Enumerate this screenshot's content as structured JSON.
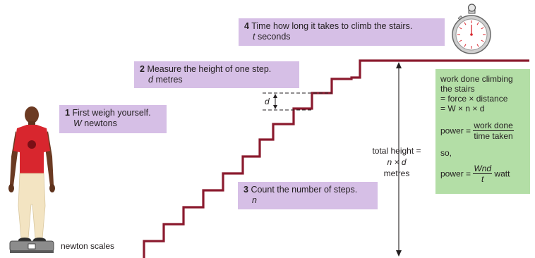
{
  "callouts": {
    "step1": {
      "num": "1",
      "text": "First weigh yourself.",
      "var": "W",
      "unit": "newtons"
    },
    "step2": {
      "num": "2",
      "text": "Measure the height of one step.",
      "var": "d",
      "unit": "metres"
    },
    "step3": {
      "num": "3",
      "text": "Count the number of steps.",
      "var": "n"
    },
    "step4": {
      "num": "4",
      "text": "Time how long it takes to climb the stairs.",
      "var": "t",
      "unit": "seconds"
    }
  },
  "labels": {
    "step_height_var": "d",
    "scales": "newton scales",
    "total_height_line1": "total height =",
    "total_height_line2": "n × d",
    "total_height_line3": "metres"
  },
  "formula_box": {
    "line1": "work done climbing",
    "line2": "the stairs",
    "line3": "= force × distance",
    "line4": "= W × n × d",
    "power_label": "power =",
    "frac1_top": "work done",
    "frac1_bottom": "time taken",
    "so": "so,",
    "power_label2": "power =",
    "frac2_top": "Wnd",
    "frac2_bottom": "t",
    "unit": "watt"
  },
  "colors": {
    "callout_fill": "#d6bfe6",
    "formula_fill": "#b3dea6",
    "stairs": "#8b1a2e",
    "shirt": "#d8262e",
    "trousers": "#f3e4c2",
    "skin": "#6b3a22"
  }
}
